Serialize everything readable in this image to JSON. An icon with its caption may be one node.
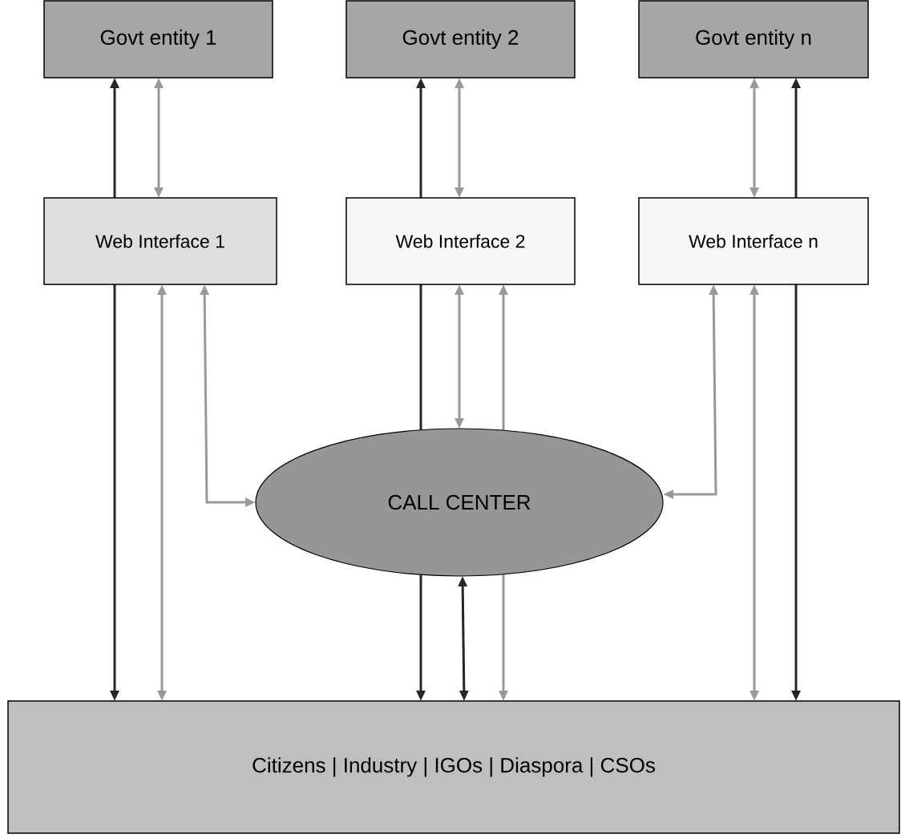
{
  "diagram": {
    "nodes": [
      {
        "text": [
          "Govt entity 1"
        ]
      },
      {
        "text": [
          "Govt entity 2"
        ]
      },
      {
        "text": [
          "Govt entity n"
        ]
      },
      {
        "text": [
          "Web Interface 1"
        ]
      },
      {
        "text": [
          "Web Interface 2"
        ]
      },
      {
        "text": [
          "Web Interface n"
        ]
      },
      {
        "text": [
          "CALL CENTER"
        ]
      },
      {
        "text": [
          "Citizens |  Industry  |  IGOs  |  Diaspora  |  CSOs"
        ]
      }
    ],
    "edges": [
      {
        "from": 3,
        "to": 0,
        "arrow": "to",
        "color": "#262626"
      },
      {
        "from": 3,
        "to": 7,
        "arrow": "to",
        "color": "#262626"
      },
      {
        "from": 0,
        "to": 3,
        "arrow": "both"
      },
      {
        "from": 3,
        "to": 7,
        "arrow": "both"
      },
      {
        "from": 3,
        "to": 6,
        "arrow": "both"
      },
      {
        "from": 4,
        "to": 1,
        "arrow": "to",
        "color": "#262626"
      },
      {
        "from": 4,
        "to": 6,
        "arrow": "none",
        "color": "#262626"
      },
      {
        "from": 6,
        "to": 7,
        "arrow": "to",
        "color": "#262626"
      },
      {
        "from": 1,
        "to": 4,
        "arrow": "both"
      },
      {
        "from": 4,
        "to": 6,
        "arrow": "both"
      },
      {
        "from": 6,
        "to": 4,
        "arrow": "to"
      },
      {
        "from": 6,
        "to": 7,
        "arrow": "to"
      },
      {
        "from": 6,
        "to": 7,
        "arrow": "both",
        "color": "#262626"
      },
      {
        "from": 2,
        "to": 5,
        "arrow": "both"
      },
      {
        "from": 5,
        "to": 2,
        "arrow": "to",
        "color": "#262626"
      },
      {
        "from": 5,
        "to": 7,
        "arrow": "to",
        "color": "#262626"
      },
      {
        "from": 5,
        "to": 6,
        "arrow": "both"
      },
      {
        "from": 5,
        "to": 7,
        "arrow": "both"
      }
    ]
  }
}
